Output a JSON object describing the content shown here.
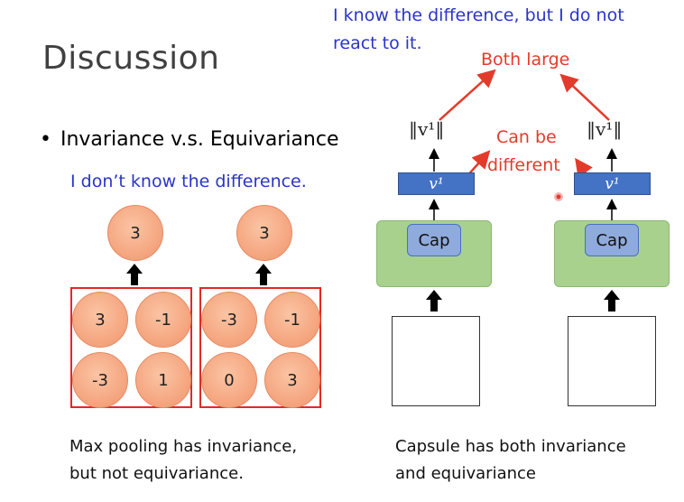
{
  "title": "Discussion",
  "bullet": "Invariance v.s. Equivariance",
  "left": {
    "note": "I don’t know the difference.",
    "pool1": {
      "output": "3",
      "inputs": [
        "3",
        "-1",
        "-3",
        "1"
      ]
    },
    "pool2": {
      "output": "3",
      "inputs": [
        "-3",
        "-1",
        "0",
        "3"
      ]
    },
    "caption_line1": "Max pooling has invariance,",
    "caption_line2": "but not equivariance."
  },
  "right": {
    "note_line1": "I know the difference, but I do not",
    "note_line2": "react to it.",
    "both_large": "Both large",
    "can_be": "Can be",
    "different": "different",
    "norm_label": "‖v¹‖",
    "vector_label": "v¹",
    "cap_label": "Cap",
    "caption_line1": "Capsule has both invariance",
    "caption_line2": "and equivariance"
  },
  "colors": {
    "blue_text": "#2b34c9",
    "red_text": "#e33b2b",
    "vector_bar": "#4472c4",
    "capsule_bg": "#a9d18e",
    "cap_box": "#8faadc",
    "circle": "#f4a37c",
    "pool_box": "#e02a24"
  }
}
